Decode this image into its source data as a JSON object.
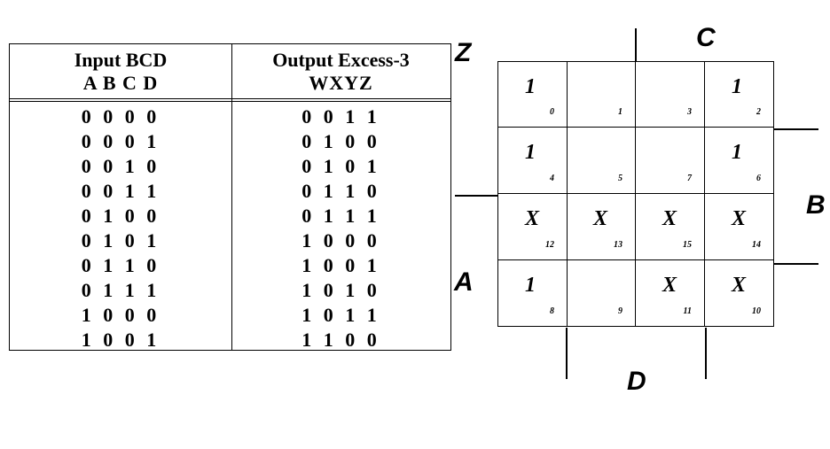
{
  "truth_table": {
    "input_header": "Input BCD",
    "input_subheader": "A B C D",
    "output_header": "Output Excess-3",
    "output_subheader": "WXYZ",
    "rows": [
      {
        "input": "0 0 0 0",
        "output": "0 0 1 1"
      },
      {
        "input": "0 0 0 1",
        "output": "0 1 0 0"
      },
      {
        "input": "0 0 1 0",
        "output": "0 1 0 1"
      },
      {
        "input": "0 0 1 1",
        "output": "0 1 1 0"
      },
      {
        "input": "0 1 0 0",
        "output": "0 1 1 1"
      },
      {
        "input": "0 1 0 1",
        "output": "1 0 0 0"
      },
      {
        "input": "0 1 1 0",
        "output": "1 0 0 1"
      },
      {
        "input": "0 1 1 1",
        "output": "1 0 1 0"
      },
      {
        "input": "1 0 0 0",
        "output": "1 0 1 1"
      },
      {
        "input": "1 0 0 1",
        "output": "1 1 0 0"
      }
    ]
  },
  "kmap": {
    "function_label": "Z",
    "var_a": "A",
    "var_b": "B",
    "var_c": "C",
    "var_d": "D",
    "cells": [
      [
        {
          "value": "1",
          "index": "0"
        },
        {
          "value": "",
          "index": "1"
        },
        {
          "value": "",
          "index": "3"
        },
        {
          "value": "1",
          "index": "2"
        }
      ],
      [
        {
          "value": "1",
          "index": "4"
        },
        {
          "value": "",
          "index": "5"
        },
        {
          "value": "",
          "index": "7"
        },
        {
          "value": "1",
          "index": "6"
        }
      ],
      [
        {
          "value": "X",
          "index": "12"
        },
        {
          "value": "X",
          "index": "13"
        },
        {
          "value": "X",
          "index": "15"
        },
        {
          "value": "X",
          "index": "14"
        }
      ],
      [
        {
          "value": "1",
          "index": "8"
        },
        {
          "value": "",
          "index": "9"
        },
        {
          "value": "X",
          "index": "11"
        },
        {
          "value": "X",
          "index": "10"
        }
      ]
    ]
  }
}
